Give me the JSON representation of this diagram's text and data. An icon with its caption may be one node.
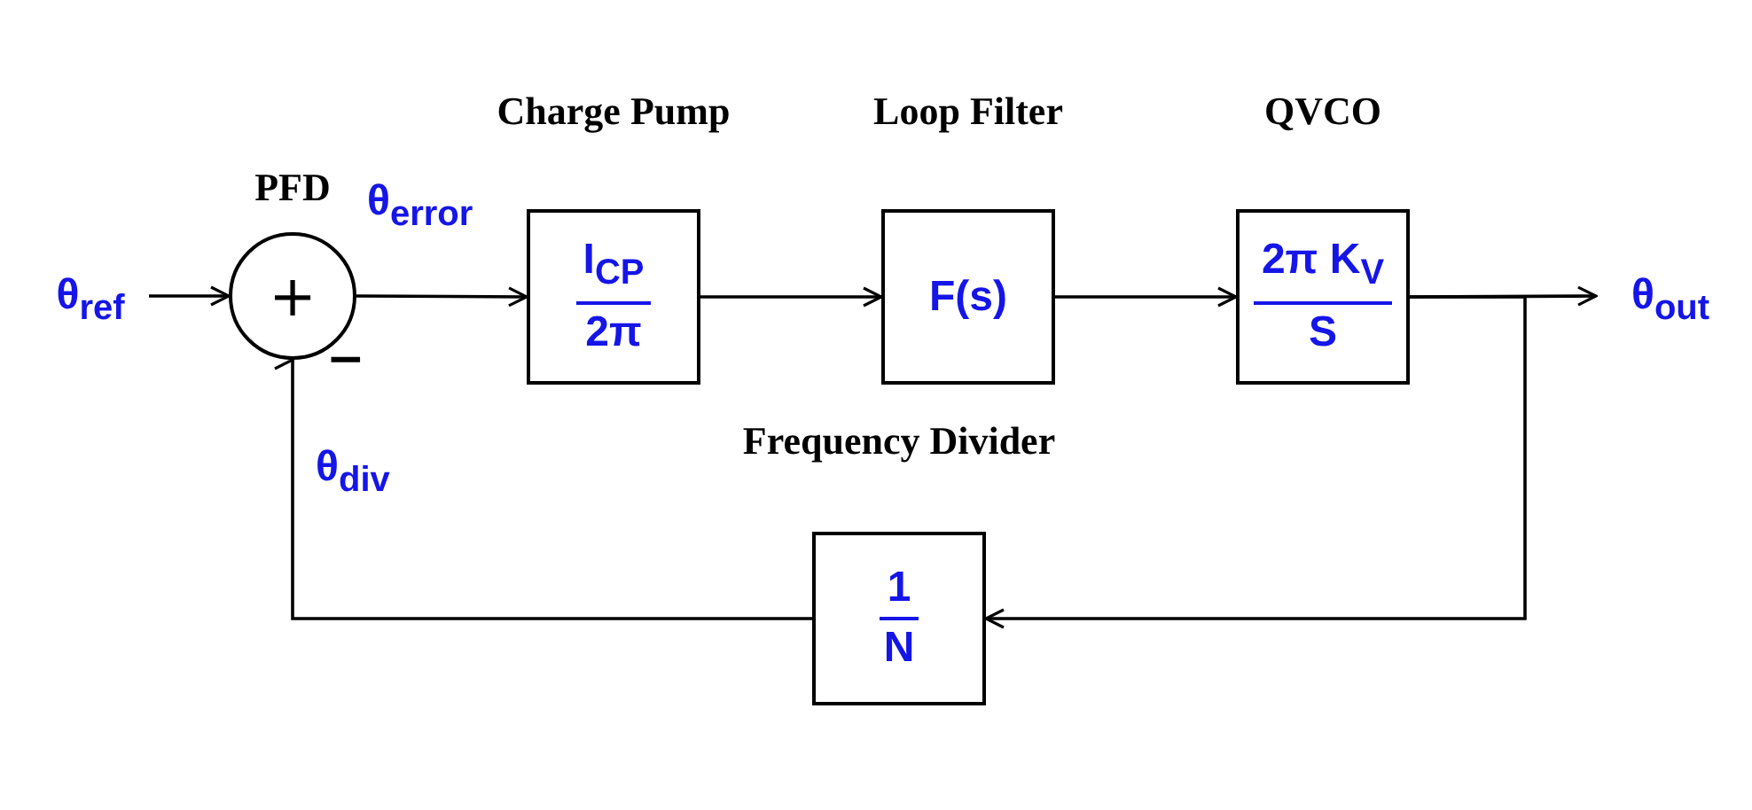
{
  "diagram": {
    "nodes": [
      {
        "text": [
          "θ$_{ref}$"
        ]
      },
      {
        "text": [
          "PFD",
          "+"
        ]
      },
      {
        "text": [
          "Charge Pump",
          "I$_{CP}$ 2π"
        ]
      },
      {
        "text": [
          "Loop Filter",
          "F(s)"
        ]
      },
      {
        "text": [
          "QVCO",
          "2π K$_{V}$ S"
        ]
      },
      {
        "text": [
          "θ$_{out}$"
        ]
      },
      {
        "text": [
          "Frequency Divider",
          "1 N"
        ]
      }
    ],
    "edges": [
      {
        "from": 0,
        "to": 1,
        "arrow": "to"
      },
      {
        "from": 1,
        "to": 2,
        "arrow": "to",
        "label": "θ$_{error}$"
      },
      {
        "from": 2,
        "to": 3,
        "arrow": "to"
      },
      {
        "from": 3,
        "to": 4,
        "arrow": "to"
      },
      {
        "from": 4,
        "to": 5,
        "arrow": "to"
      },
      {
        "from": 4,
        "to": 6,
        "arrow": "to"
      },
      {
        "from": 6,
        "to": 1,
        "arrow": "to",
        "label": "θ$_{div}$"
      }
    ],
    "labels": [
      "−"
    ]
  }
}
